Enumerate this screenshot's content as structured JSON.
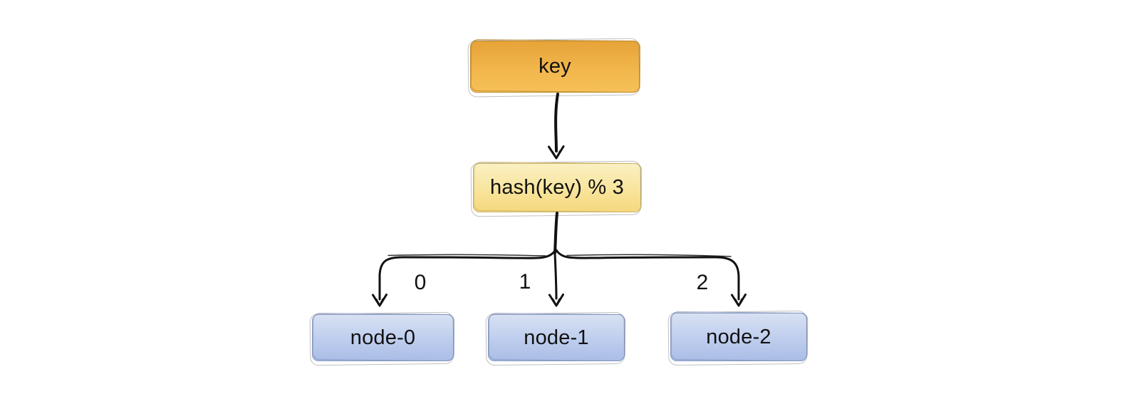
{
  "diagram": {
    "nodes": {
      "key": {
        "label": "key"
      },
      "hash": {
        "label": "hash(key) % 3"
      },
      "node0": {
        "label": "node-0"
      },
      "node1": {
        "label": "node-1"
      },
      "node2": {
        "label": "node-2"
      }
    },
    "edges": {
      "labels": [
        "0",
        "1",
        "2"
      ]
    },
    "colors": {
      "key_top": "#e6a338",
      "key_bottom": "#f6c058",
      "hash_top": "#faf0c2",
      "hash_bottom": "#f6d87e",
      "node_top": "#d8e1f3",
      "node_bottom": "#a9bde6",
      "stroke": "#111111",
      "background": "#ffffff"
    }
  }
}
